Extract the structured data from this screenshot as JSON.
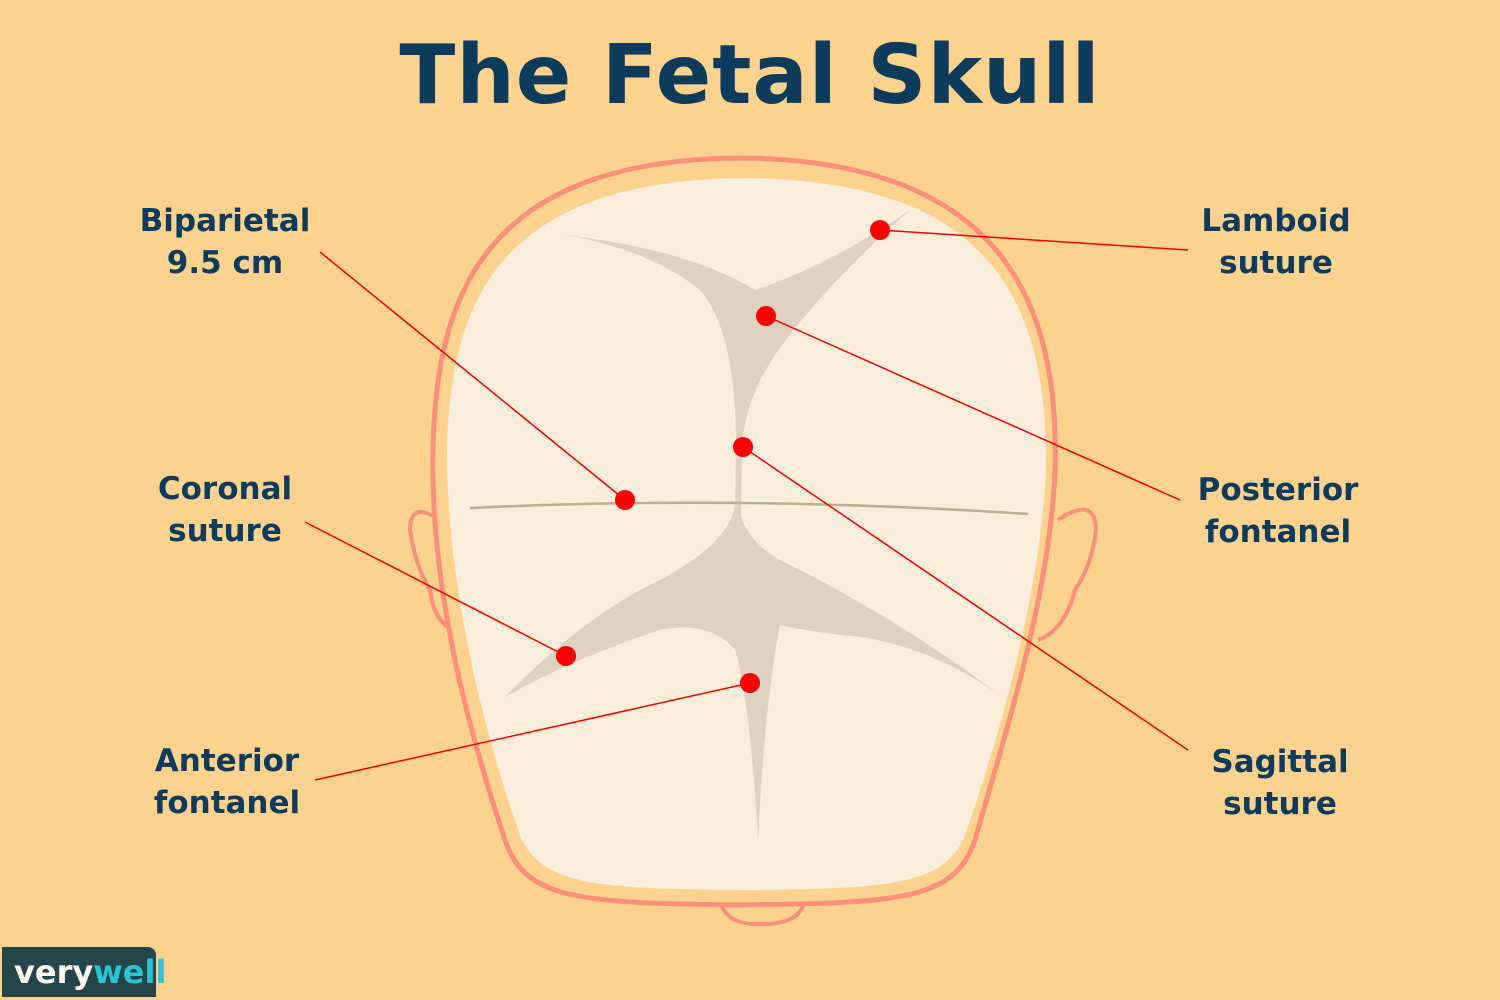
{
  "title": "The Fetal Skull",
  "labels": {
    "biparietal": [
      "Biparietal",
      "9.5 cm"
    ],
    "coronal": [
      "Coronal",
      "suture"
    ],
    "anterior": [
      "Anterior",
      "fontanel"
    ],
    "lamboid": [
      "Lamboid",
      "suture"
    ],
    "posterior": [
      "Posterior",
      "fontanel"
    ],
    "sagittal": [
      "Sagittal",
      "suture"
    ]
  },
  "logo": {
    "part1": "very",
    "part2": "well"
  },
  "colors": {
    "background": "#FDD28F",
    "skull": "#F9EDDC",
    "outline": "#FA8F7A",
    "suture": "#E0D2C1",
    "marker": "#FF0000",
    "text": "#0C3B5B"
  }
}
